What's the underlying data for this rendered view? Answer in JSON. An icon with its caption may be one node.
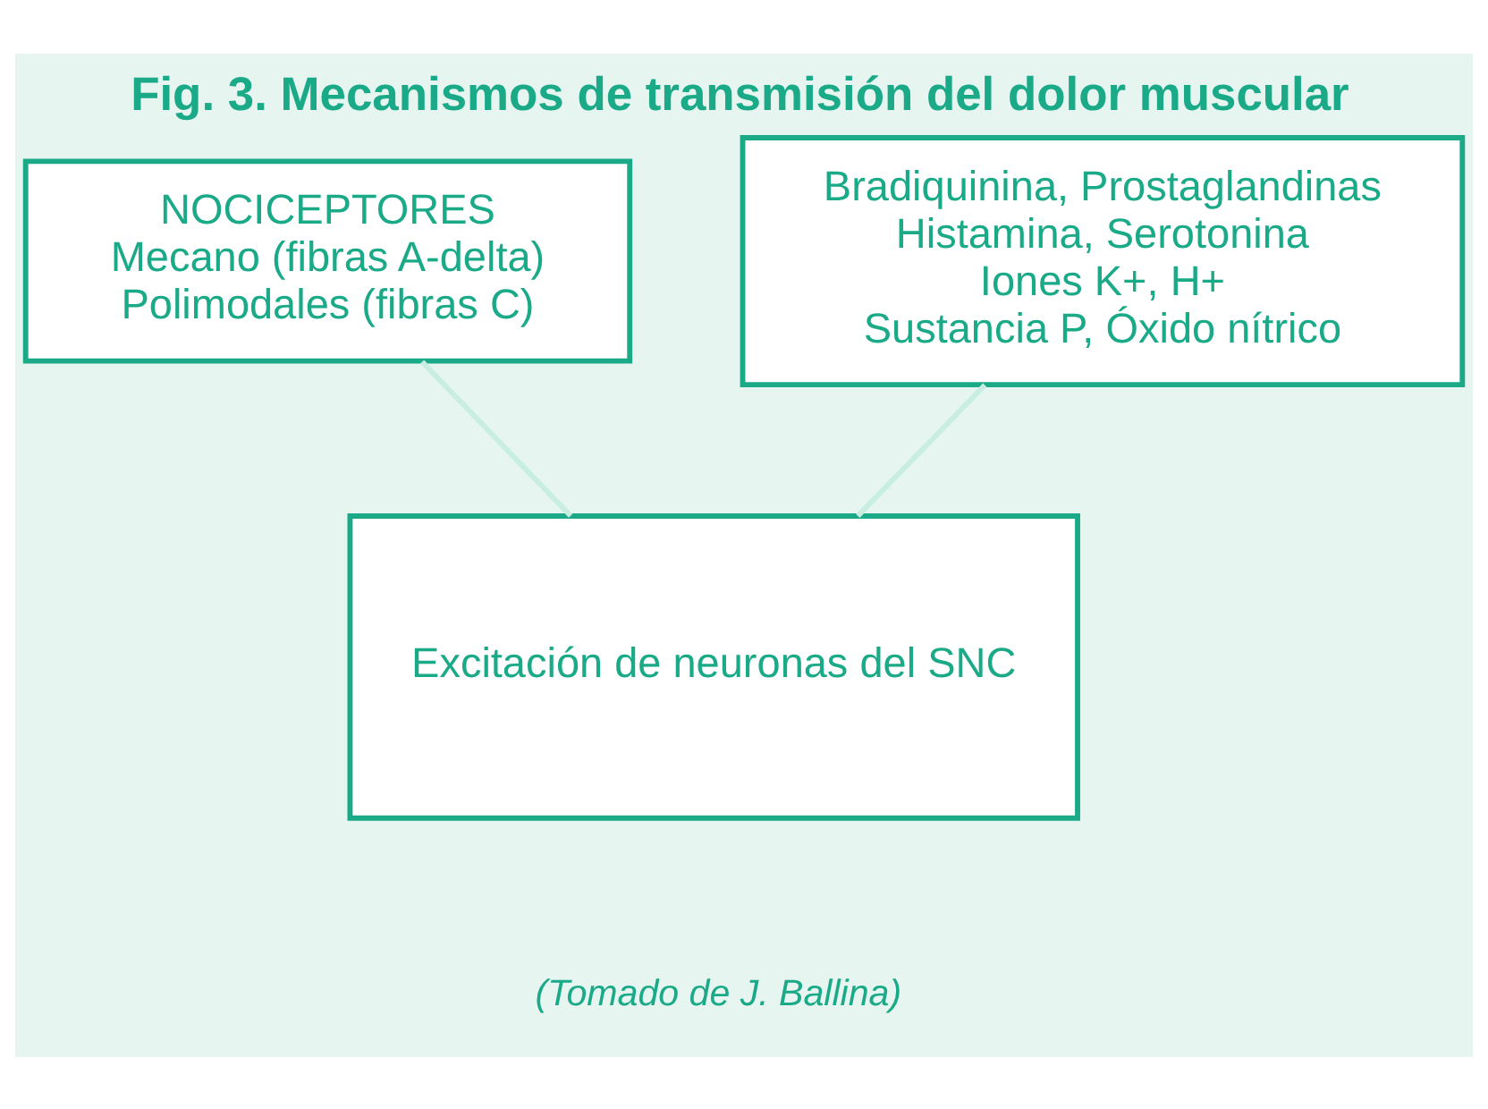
{
  "diagram": {
    "title": "Fig. 3. Mecanismos de transmisión del dolor muscular",
    "caption": "(Tomado de J. Ballina)",
    "nodes": [
      {
        "text": [
          "NOCICEPTORES",
          "Mecano (fibras A-delta)",
          "Polimodales (fibras C)"
        ]
      },
      {
        "text": [
          "Bradiquinina, Prostaglandinas",
          "Histamina, Serotonina",
          "Iones K+, H+",
          "Sustancia P, Óxido nítrico"
        ]
      },
      {
        "text": [
          "Excitación de neuronas del SNC"
        ]
      }
    ],
    "edges": [
      {
        "from": 0,
        "to": 2,
        "arrow": "none",
        "color": "#c8eee2"
      },
      {
        "from": 1,
        "to": 2,
        "arrow": "none",
        "color": "#c8eee2"
      }
    ]
  }
}
